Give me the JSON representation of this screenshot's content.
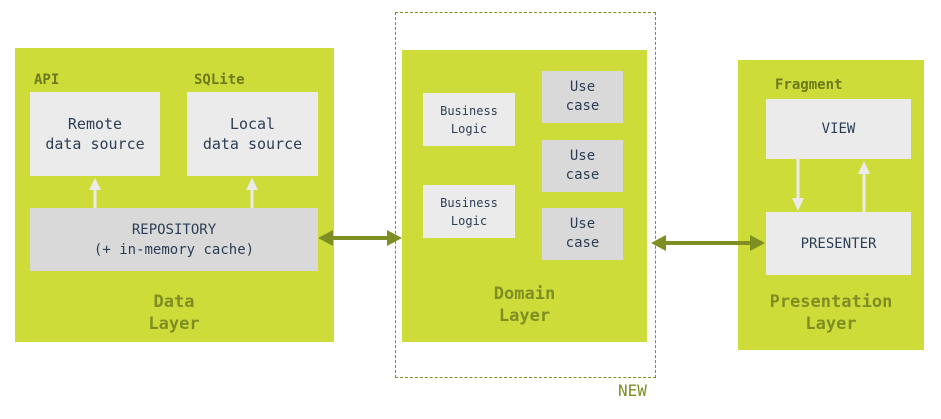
{
  "data_layer": {
    "api_tag": "API",
    "sqlite_tag": "SQLite",
    "remote_source": "Remote\ndata source",
    "local_source": "Local\ndata source",
    "repository": "REPOSITORY\n(+ in-memory cache)",
    "title": "Data\nLayer"
  },
  "domain_layer": {
    "business_logic_1": "Business\nLogic",
    "business_logic_2": "Business\nLogic",
    "use_case_1": "Use\ncase",
    "use_case_2": "Use\ncase",
    "use_case_3": "Use\ncase",
    "title": "Domain\nLayer",
    "new_label": "NEW"
  },
  "presentation_layer": {
    "fragment_tag": "Fragment",
    "view": "VIEW",
    "presenter": "PRESENTER",
    "title": "Presentation\nLayer"
  },
  "colors": {
    "panel": "#cddc39",
    "box": "#ebebeb",
    "repository_box": "#d9d9d9",
    "arrow": "#7f8e22",
    "internal_arrow": "#ebebeb"
  }
}
